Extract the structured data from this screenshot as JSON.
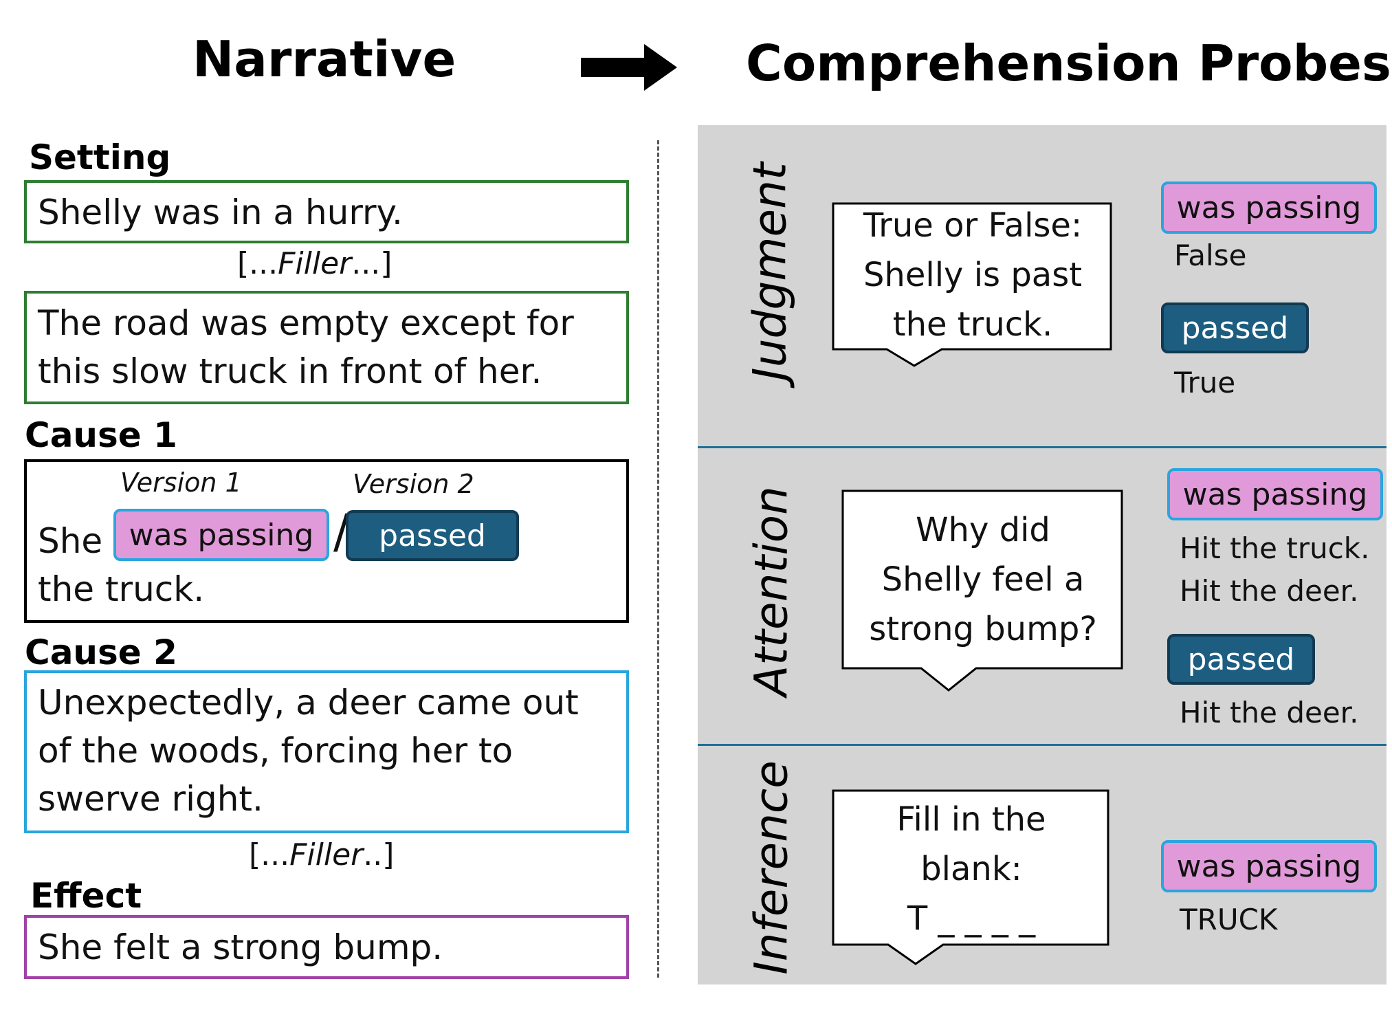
{
  "titles": {
    "narrative": "Narrative",
    "probes": "Comprehension Probes"
  },
  "narrative": {
    "setting": {
      "label": "Setting",
      "text": "Shelly was in a hurry.",
      "border_color": "#2e7d32"
    },
    "filler1": {
      "open": "[...",
      "word": "Filler",
      "close": "...]"
    },
    "context": {
      "lines": [
        "The road was empty except for",
        "this slow truck in front of her."
      ],
      "border_color": "#2e7d32"
    },
    "cause1": {
      "label": "Cause 1",
      "version1_label": "Version 1",
      "version2_label": "Version 2",
      "subject": "She",
      "version1_verb": "was passing",
      "separator": "/",
      "version2_verb": "passed",
      "object": "the truck.",
      "border_color": "#000000"
    },
    "cause2": {
      "label": "Cause 2",
      "lines": [
        "Unexpectedly, a deer came out",
        "of the woods, forcing her to",
        "swerve right."
      ],
      "border_color": "#2aa5dd"
    },
    "filler2": {
      "open": "[...",
      "word": "Filler",
      "close": "..]"
    },
    "effect": {
      "label": "Effect",
      "text": "She felt a strong bump.",
      "border_color": "#a142a8"
    }
  },
  "probes": {
    "judgment": {
      "label": "Judgment",
      "question": [
        "True or False:",
        "Shelly is past",
        "the truck."
      ],
      "v1_label": "was passing",
      "v1_answer": [
        "False"
      ],
      "v2_label": "passed",
      "v2_answer": [
        "True"
      ]
    },
    "attention": {
      "label": "Attention",
      "question": [
        "Why did",
        "Shelly feel a",
        "strong bump?"
      ],
      "v1_label": "was passing",
      "v1_answer": [
        "Hit the truck.",
        "Hit the deer."
      ],
      "v2_label": "passed",
      "v2_answer": [
        "Hit the deer."
      ]
    },
    "inference": {
      "label": "Inference",
      "question": [
        "Fill in the",
        "blank:",
        "T _ _ _ _"
      ],
      "v1_label": "was passing",
      "v1_answer": [
        "TRUCK"
      ]
    }
  },
  "colors": {
    "version1_fill": "#e19ad9",
    "version1_border": "#2aa5dd",
    "version2_fill": "#1c5d80",
    "panel_bg": "#d4d4d4",
    "panel_divider": "#1f6f96"
  },
  "icons": {
    "arrow": "right-arrow-icon"
  }
}
